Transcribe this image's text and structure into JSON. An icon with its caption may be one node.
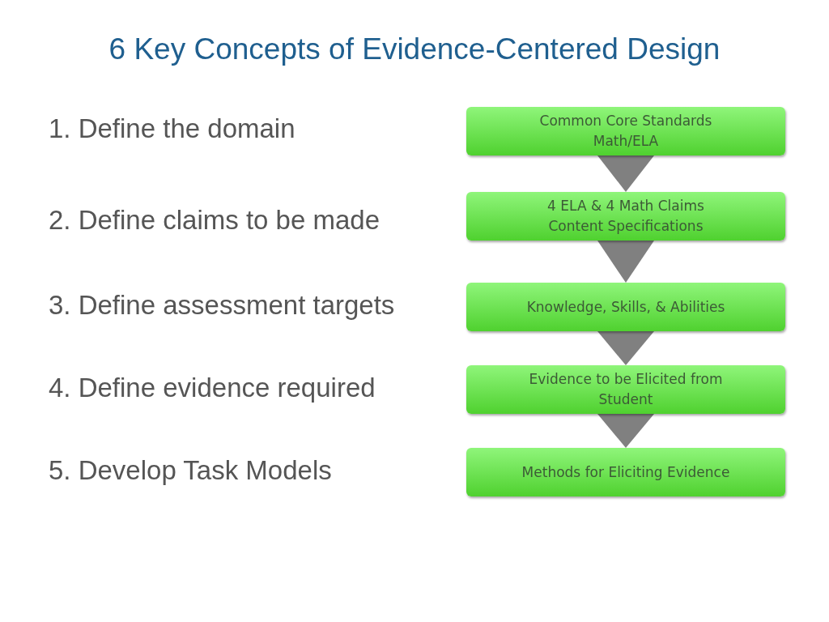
{
  "diagram": {
    "title": "6 Key Concepts of Evidence-Centered Design",
    "nodes": [
      {
        "text": [
          "Common Core Standards Math/ELA"
        ]
      },
      {
        "text": [
          "4 ELA & 4 Math Claims Content Specifications"
        ]
      },
      {
        "text": [
          "Knowledge, Skills, & Abilities"
        ]
      },
      {
        "text": [
          "Evidence to be Elicited from Student"
        ]
      },
      {
        "text": [
          "Methods for Eliciting Evidence"
        ]
      }
    ],
    "edges": [
      {
        "from": 0,
        "to": 1,
        "arrow": "to"
      },
      {
        "from": 1,
        "to": 2,
        "arrow": "to"
      },
      {
        "from": 2,
        "to": 3,
        "arrow": "to"
      },
      {
        "from": 3,
        "to": 4,
        "arrow": "to"
      }
    ],
    "labels": [
      "1. Define the domain",
      "2. Define claims to be made",
      "3. Define assessment targets",
      "4. Define evidence required",
      "5. Develop Task Models"
    ]
  }
}
